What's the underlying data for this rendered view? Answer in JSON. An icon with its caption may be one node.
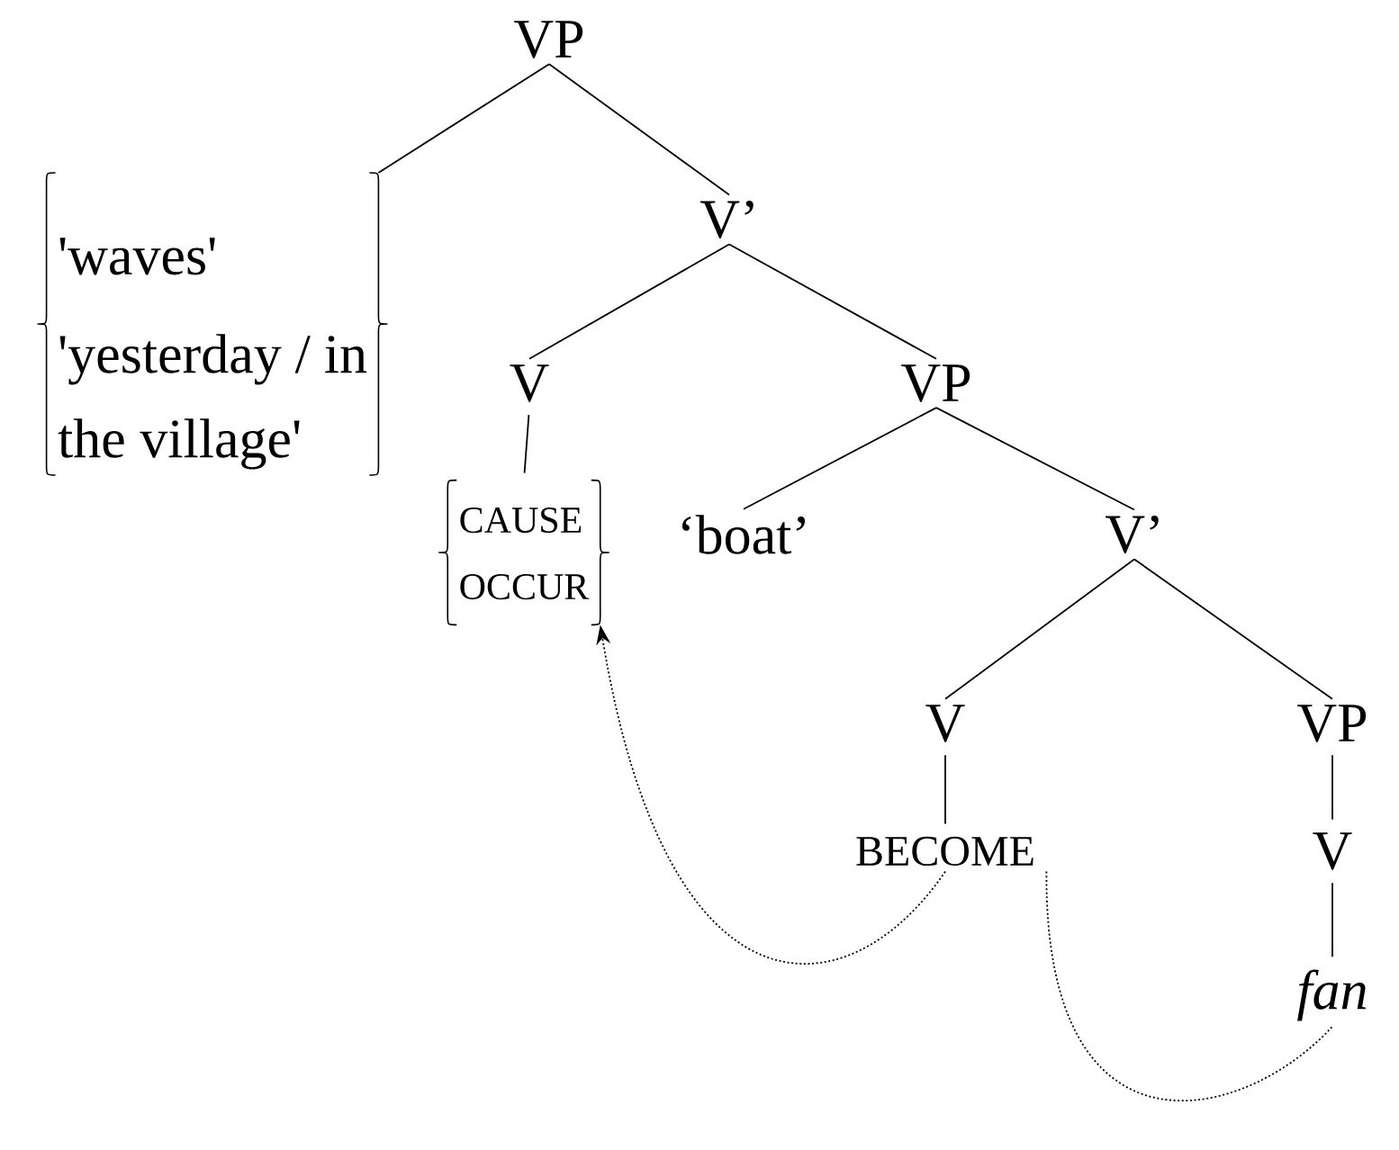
{
  "diagram": {
    "nodes": [
      {
        "text": [
          "VP"
        ]
      },
      {
        "text": [
          "'waves'",
          "'yesterday / in the village'"
        ]
      },
      {
        "text": [
          "V’"
        ]
      },
      {
        "text": [
          "V"
        ]
      },
      {
        "text": [
          "CAUSE",
          "OCCUR"
        ]
      },
      {
        "text": [
          "VP"
        ]
      },
      {
        "text": [
          "‘boat’"
        ]
      },
      {
        "text": [
          "V’"
        ]
      },
      {
        "text": [
          "V"
        ]
      },
      {
        "text": [
          "VP"
        ]
      },
      {
        "text": [
          "BECOME"
        ]
      },
      {
        "text": [
          "V"
        ]
      },
      {
        "text": [
          "fan"
        ]
      }
    ],
    "edges": [
      {
        "from": 0,
        "to": 1,
        "arrow": "none"
      },
      {
        "from": 0,
        "to": 2,
        "arrow": "none"
      },
      {
        "from": 2,
        "to": 3,
        "arrow": "none"
      },
      {
        "from": 2,
        "to": 5,
        "arrow": "none"
      },
      {
        "from": 3,
        "to": 4,
        "arrow": "none"
      },
      {
        "from": 5,
        "to": 6,
        "arrow": "none"
      },
      {
        "from": 5,
        "to": 7,
        "arrow": "none"
      },
      {
        "from": 7,
        "to": 8,
        "arrow": "none"
      },
      {
        "from": 7,
        "to": 9,
        "arrow": "none"
      },
      {
        "from": 8,
        "to": 10,
        "arrow": "none"
      },
      {
        "from": 9,
        "to": 11,
        "arrow": "none"
      },
      {
        "from": 11,
        "to": 12,
        "arrow": "none"
      },
      {
        "from": 10,
        "to": 4,
        "arrow": "to",
        "style": "dashed"
      },
      {
        "from": 10,
        "to": 12,
        "arrow": "none",
        "style": "dashed"
      }
    ]
  }
}
